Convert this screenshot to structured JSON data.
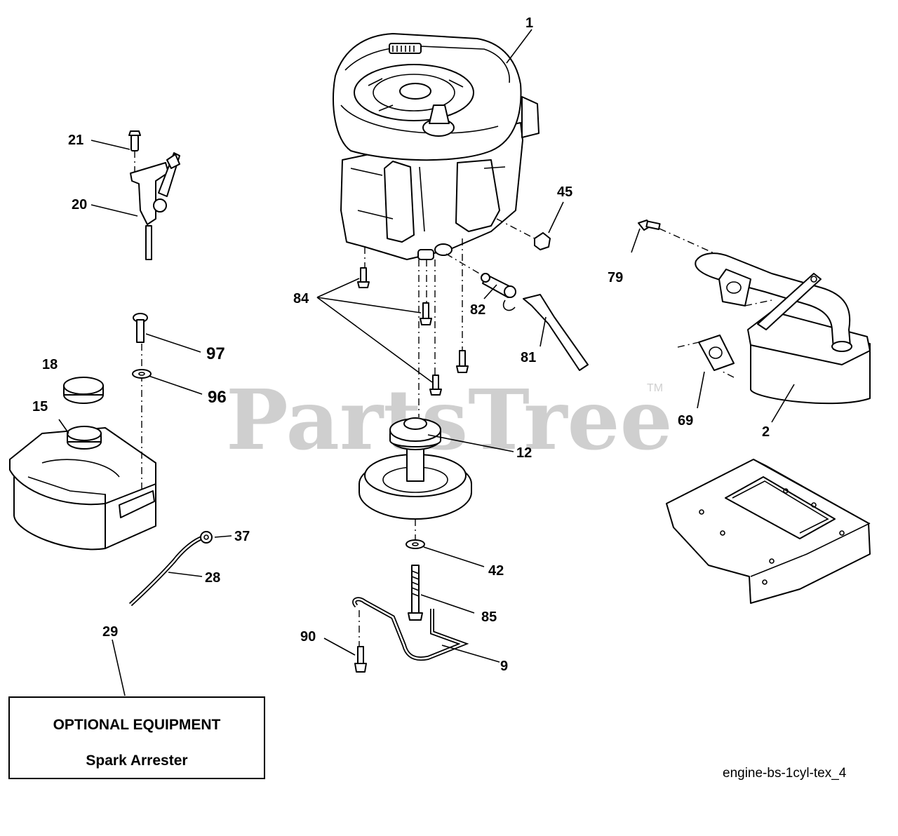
{
  "watermark": {
    "brand": "PartsTree",
    "trademark": "TM"
  },
  "callouts": [
    {
      "id": "engine",
      "number": "1"
    },
    {
      "id": "muffler",
      "number": "2"
    },
    {
      "id": "belt-guide",
      "number": "9"
    },
    {
      "id": "pulley",
      "number": "12"
    },
    {
      "id": "fuel-tank",
      "number": "15"
    },
    {
      "id": "fuel-cap",
      "number": "18"
    },
    {
      "id": "throttle-control",
      "number": "20"
    },
    {
      "id": "throttle-screw",
      "number": "21"
    },
    {
      "id": "fuel-line",
      "number": "28"
    },
    {
      "id": "spark-arrester",
      "number": "29"
    },
    {
      "id": "clamp",
      "number": "37"
    },
    {
      "id": "washer-42",
      "number": "42"
    },
    {
      "id": "nut-45",
      "number": "45"
    },
    {
      "id": "gasket",
      "number": "69"
    },
    {
      "id": "bolt-79",
      "number": "79"
    },
    {
      "id": "oil-drain-hose",
      "number": "81"
    },
    {
      "id": "oil-drain-valve",
      "number": "82"
    },
    {
      "id": "engine-bolts",
      "number": "84"
    },
    {
      "id": "center-bolt",
      "number": "85"
    },
    {
      "id": "bolt-90",
      "number": "90"
    },
    {
      "id": "washer-96",
      "number": "96"
    },
    {
      "id": "screw-97",
      "number": "97"
    }
  ],
  "optional_box": {
    "title": "OPTIONAL EQUIPMENT",
    "subtitle": "Spark Arrester"
  },
  "diagram_id": "engine-bs-1cyl-tex_4"
}
